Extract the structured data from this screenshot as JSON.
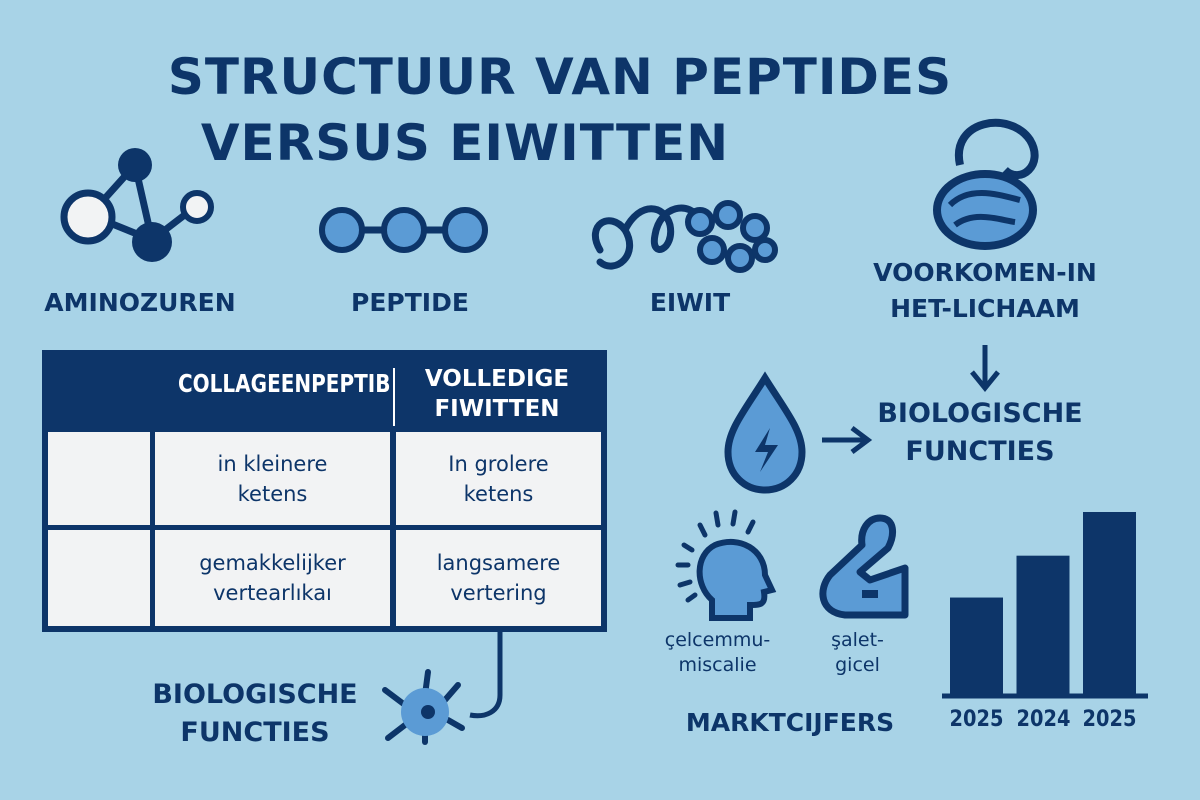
{
  "title": {
    "line1": "STRUCTUUR VAN PEPTIDES",
    "line2": "VERSUS EIWITTEN"
  },
  "icons": [
    {
      "icon": "molecule-icon",
      "label": "AMINOZUREN"
    },
    {
      "icon": "peptide-chain-icon",
      "label": "PEPTIDE"
    },
    {
      "icon": "protein-fold-icon",
      "label": "EIWIT"
    },
    {
      "icon": "protein-globule-icon",
      "label_line1": "VOORKOMEN-IN",
      "label_line2": "HET-LICHAAM"
    }
  ],
  "flow": {
    "label_line1": "BIOLOGISCHE",
    "label_line2": "FUNCTIES"
  },
  "table": {
    "headers": [
      "",
      "COLLAGEENPEPTIB",
      "VOLLEDIGE FIWITTEN"
    ],
    "rows": [
      [
        "",
        "in kleinere ketens",
        "In grolere ketens"
      ],
      [
        "",
        "gemakkelijker vertearlıkaı",
        "langsamere vertering"
      ]
    ]
  },
  "bottom_left": {
    "label_line1": "BIOLOGISCHE",
    "label_line2": "FUNCTIES"
  },
  "benefits": [
    {
      "icon": "head-icon",
      "line1": "çelcemmu-",
      "line2": "miscalie"
    },
    {
      "icon": "muscle-icon",
      "line1": "şalet-",
      "line2": "gicel"
    }
  ],
  "market_label": "MARKTCIJFERS",
  "colors": {
    "navy": "#0d3569",
    "background": "#a8d3e7",
    "light_blue": "#5b9bd5"
  },
  "chart_data": {
    "type": "bar",
    "categories": [
      "2025",
      "2024",
      "2025"
    ],
    "values": [
      53,
      76,
      100
    ],
    "title": "",
    "xlabel": "",
    "ylabel": "",
    "ylim": [
      0,
      100
    ]
  }
}
